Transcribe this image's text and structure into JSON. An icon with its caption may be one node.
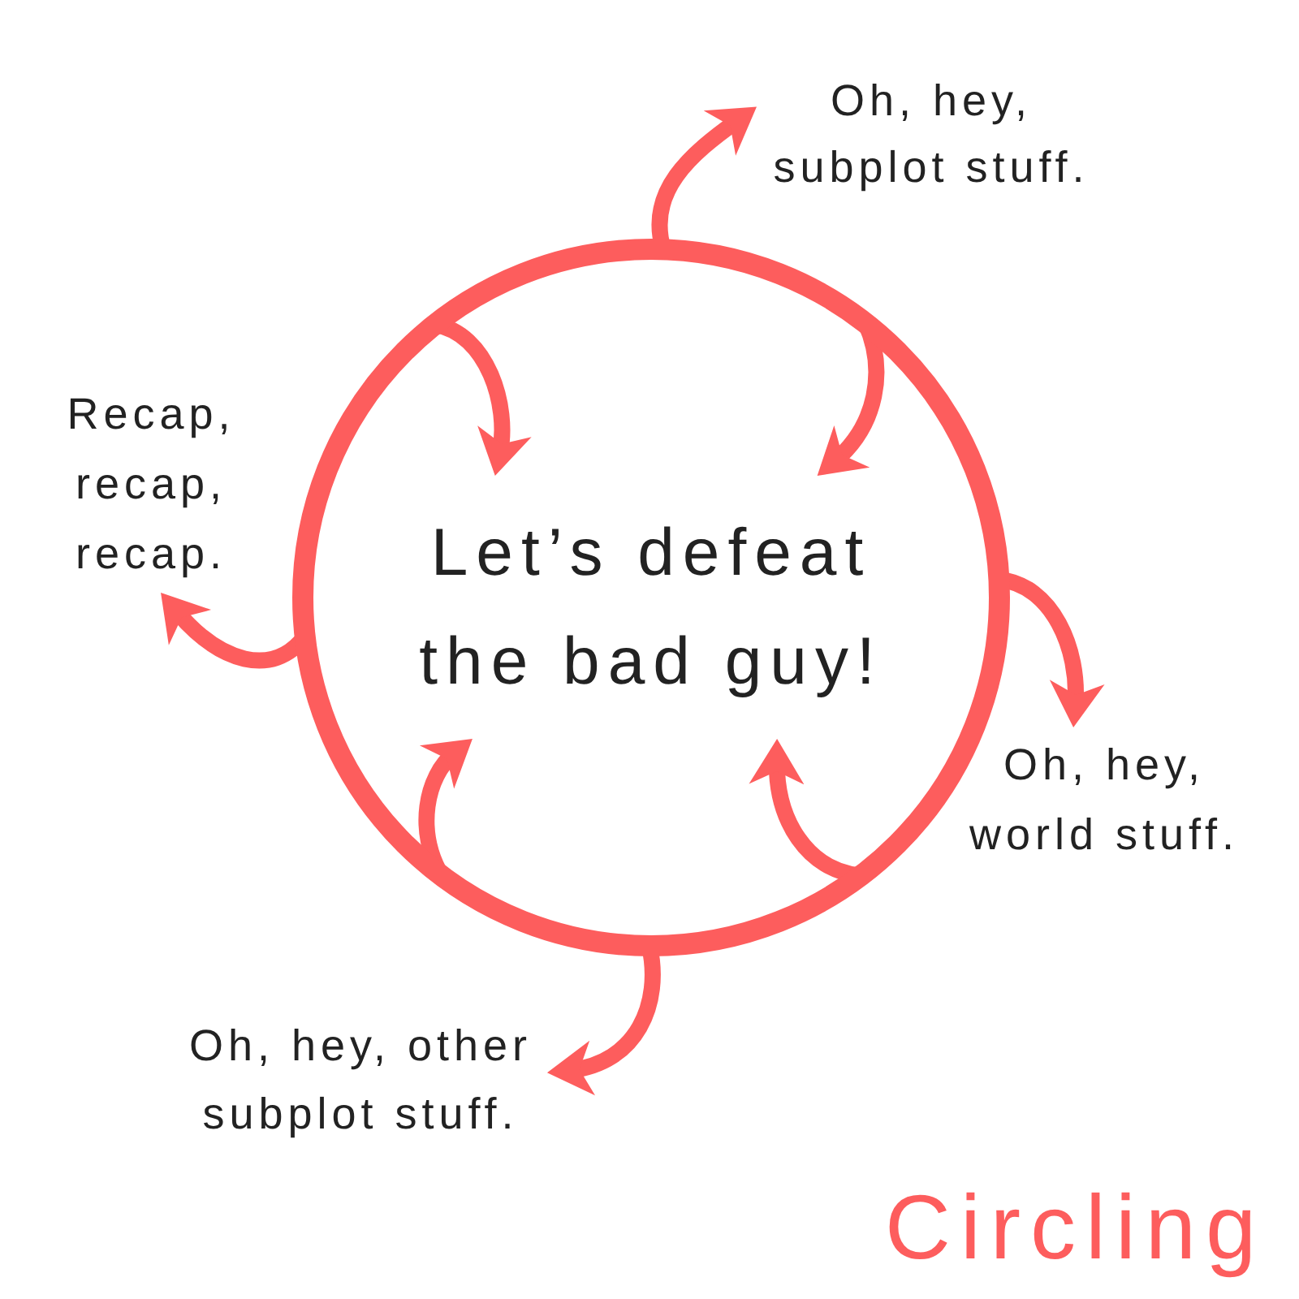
{
  "diagram": {
    "title": "Circling",
    "nodes": [
      {
        "text": [],
        "shape": "circle"
      },
      {
        "text": [
          "Let’s defeat the bad guy!"
        ],
        "in": 0
      },
      {
        "text": [
          "Oh, hey, subplot stuff."
        ]
      },
      {
        "text": [
          "Recap, recap, recap."
        ]
      },
      {
        "text": [
          "Oh, hey, world stuff."
        ]
      },
      {
        "text": [
          "Oh, hey, other subplot stuff."
        ]
      }
    ],
    "edges": [
      {
        "from": 0,
        "to": 2,
        "arrow": "to"
      },
      {
        "from": 0,
        "to": 3,
        "arrow": "to"
      },
      {
        "from": 0,
        "to": 4,
        "arrow": "to"
      },
      {
        "from": 0,
        "to": 5,
        "arrow": "to"
      },
      {
        "from": 0,
        "to": 1,
        "arrow": "to"
      },
      {
        "from": 0,
        "to": 1,
        "arrow": "to"
      },
      {
        "from": 0,
        "to": 1,
        "arrow": "to"
      },
      {
        "from": 0,
        "to": 1,
        "arrow": "to"
      }
    ]
  }
}
